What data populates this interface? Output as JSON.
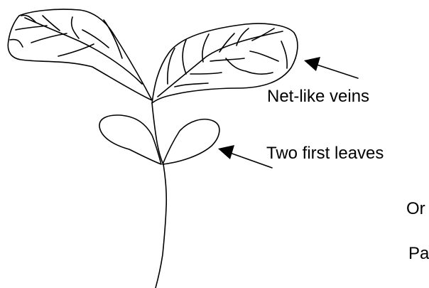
{
  "labels": {
    "net_like_veins": "Net-like veins",
    "two_first_leaves": "Two first leaves",
    "partial_label_1": "Or",
    "partial_label_2": "Pa"
  },
  "colors": {
    "ink": "#000000",
    "background": "#ffffff"
  }
}
